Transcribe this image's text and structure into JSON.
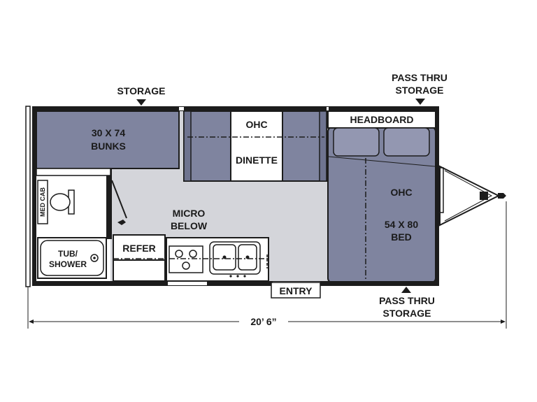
{
  "labels": {
    "storage_top": "STORAGE",
    "pass_thru_top_line1": "PASS THRU",
    "pass_thru_top_line2": "STORAGE",
    "bunks_line1": "30 X 74",
    "bunks_line2": "BUNKS",
    "ohc_dinette": "OHC",
    "dinette": "DINETTE",
    "headboard": "HEADBOARD",
    "ohc_bed": "OHC",
    "bed_line1": "54 X 80",
    "bed_line2": "BED",
    "med_cab": "MED CAB",
    "micro_line1": "MICRO",
    "micro_line2": "BELOW",
    "refer": "REFER",
    "tub_line1": "TUB/",
    "tub_line2": "SHOWER",
    "entry": "ENTRY",
    "pass_thru_bottom_line1": "PASS THRU",
    "pass_thru_bottom_line2": "STORAGE",
    "length": "20’ 6”"
  },
  "colors": {
    "floor": "#d4d5da",
    "furniture": "#7f849f",
    "cushion": "#9397b1",
    "wall": "#1c1c1c",
    "white": "#ffffff"
  }
}
